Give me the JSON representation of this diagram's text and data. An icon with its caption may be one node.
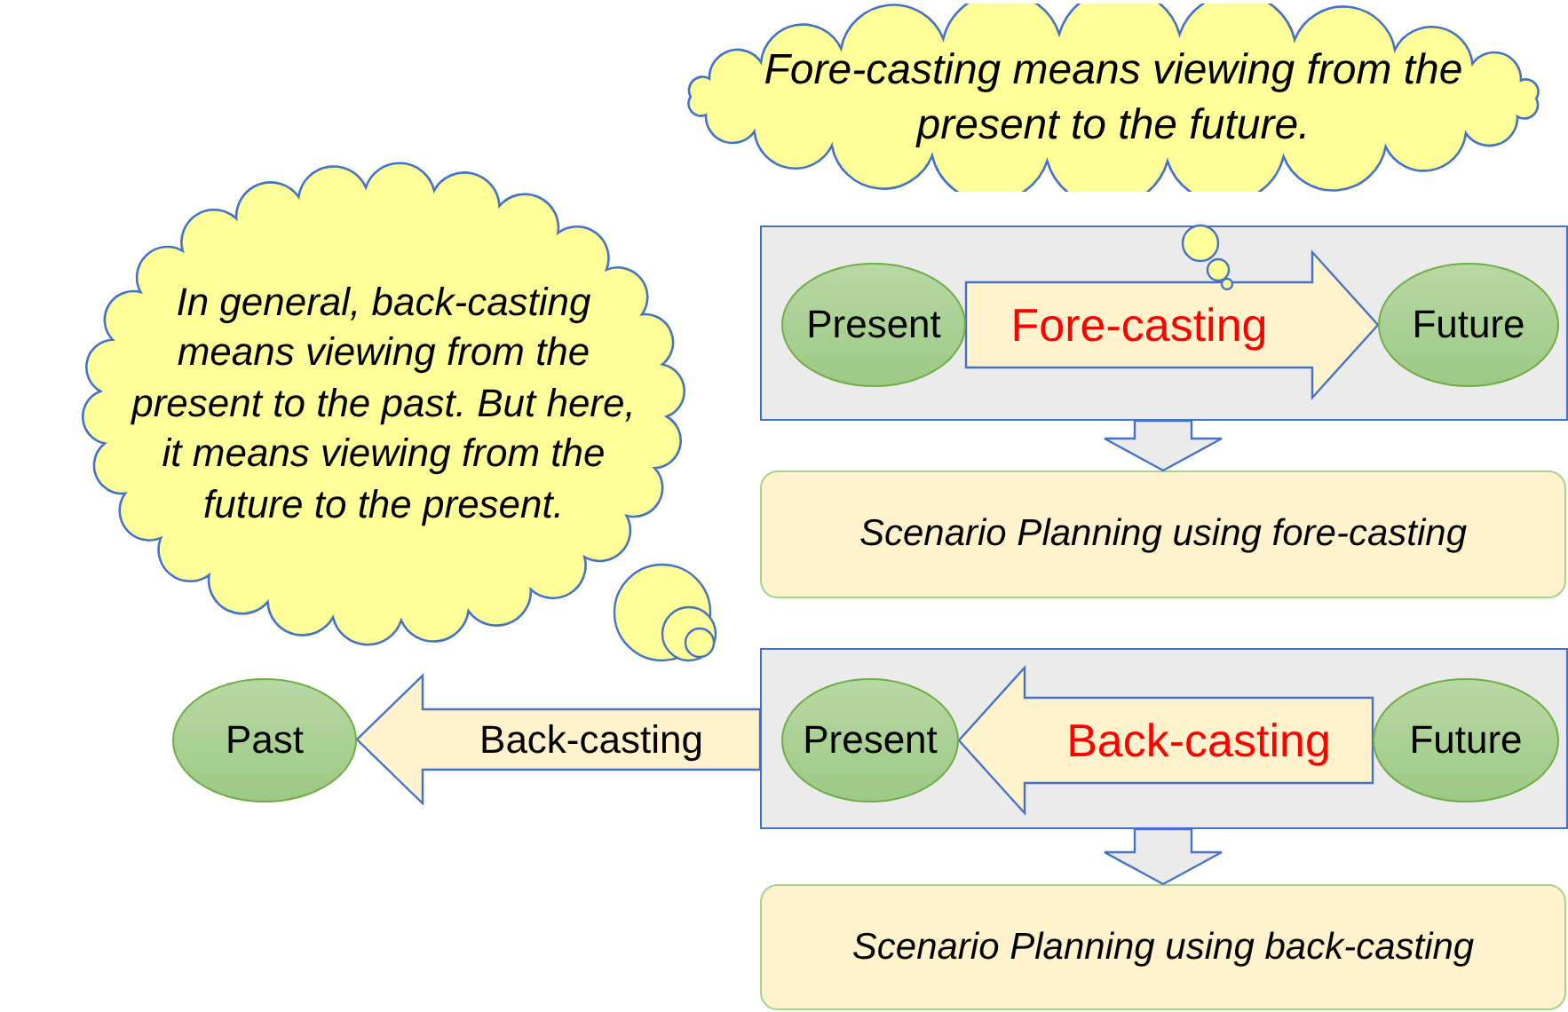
{
  "diagram": {
    "nodes": [
      {
        "text": [
          "Fore-casting means viewing from the present to the future."
        ]
      },
      {
        "text": [
          "In general, back-casting means viewing from the present to the past. But here, it means viewing from the future to the present."
        ]
      },
      {
        "text": [],
        "shape": "box"
      },
      {
        "text": [
          "Present"
        ],
        "in": 2
      },
      {
        "text": [
          "Future"
        ],
        "in": 2
      },
      {
        "text": [
          "Scenario Planning using fore-casting"
        ]
      },
      {
        "text": [],
        "shape": "box"
      },
      {
        "text": [
          "Present"
        ],
        "in": 6
      },
      {
        "text": [
          "Future"
        ],
        "in": 6
      },
      {
        "text": [
          "Past"
        ]
      },
      {
        "text": [
          "Scenario Planning using back-casting"
        ]
      }
    ],
    "edges": [
      {
        "from": 3,
        "to": 4,
        "arrow": "to",
        "label": "Fore-casting"
      },
      {
        "from": 2,
        "to": 5,
        "arrow": "to"
      },
      {
        "from": 8,
        "to": 7,
        "arrow": "to",
        "label": "Back-casting"
      },
      {
        "from": 6,
        "to": 9,
        "arrow": "to",
        "label": "Back-casting"
      },
      {
        "from": 6,
        "to": 10,
        "arrow": "to"
      }
    ]
  }
}
